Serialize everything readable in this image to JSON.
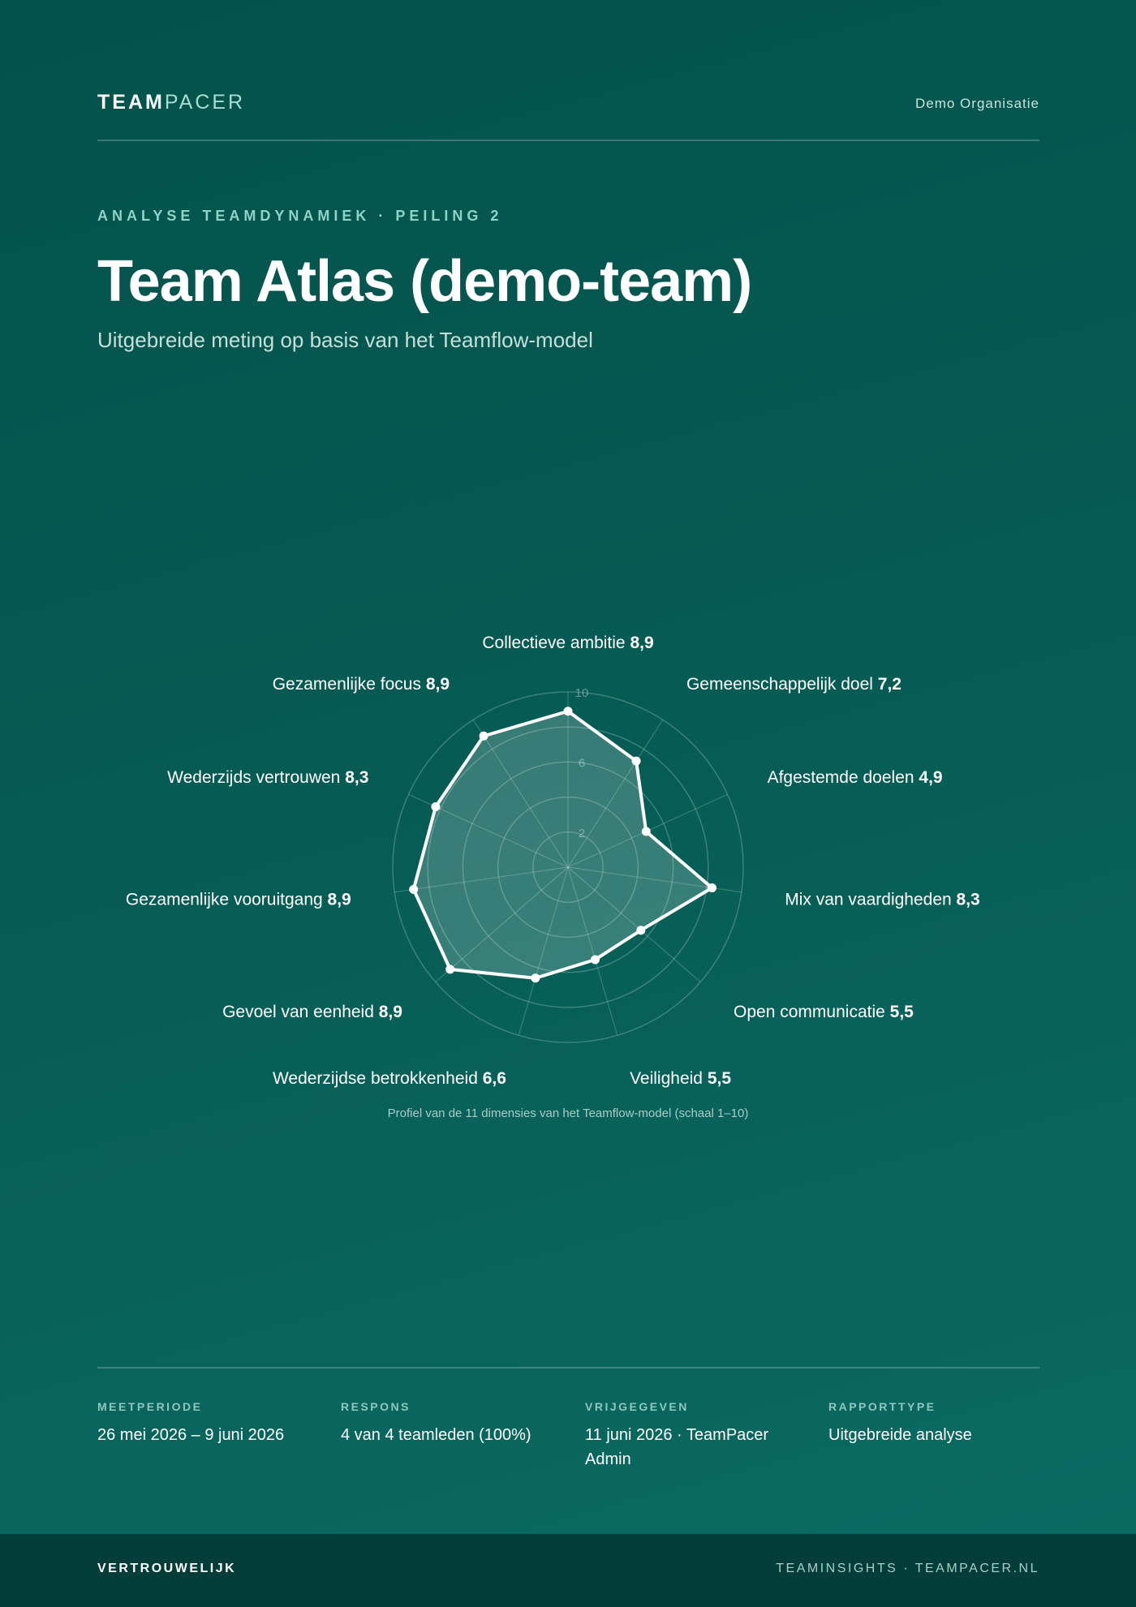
{
  "header": {
    "logo_strong": "TEAM",
    "logo_light": "PACER",
    "organisation": "Demo Organisatie"
  },
  "hero": {
    "eyebrow": "ANALYSE TEAMDYNAMIEK · PEILING 2",
    "title": "Team Atlas (demo-team)",
    "subtitle": "Uitgebreide meting op basis van het Teamflow-model"
  },
  "chart_data": {
    "type": "radar",
    "scale": [
      0,
      10
    ],
    "ring_labels": [
      "2",
      "6",
      "10"
    ],
    "dimensions": [
      {
        "label": "Collectieve ambitie",
        "value_text": "8,9",
        "value": 8.9
      },
      {
        "label": "Gemeenschappelijk doel",
        "value_text": "7,2",
        "value": 7.2
      },
      {
        "label": "Afgestemde doelen",
        "value_text": "4,9",
        "value": 4.9
      },
      {
        "label": "Mix van vaardigheden",
        "value_text": "8,3",
        "value": 8.3
      },
      {
        "label": "Open communicatie",
        "value_text": "5,5",
        "value": 5.5
      },
      {
        "label": "Veiligheid",
        "value_text": "5,5",
        "value": 5.5
      },
      {
        "label": "Wederzijdse betrokkenheid",
        "value_text": "6,6",
        "value": 6.6
      },
      {
        "label": "Gevoel van eenheid",
        "value_text": "8,9",
        "value": 8.9
      },
      {
        "label": "Gezamenlijke vooruitgang",
        "value_text": "8,9",
        "value": 8.9
      },
      {
        "label": "Wederzijds vertrouwen",
        "value_text": "8,3",
        "value": 8.3
      },
      {
        "label": "Gezamenlijke focus",
        "value_text": "8,9",
        "value": 8.9
      }
    ],
    "caption": "Profiel van de 11 dimensies van het Teamflow-model (schaal 1–10)"
  },
  "meta": {
    "items": [
      {
        "label": "MEETPERIODE",
        "value": "26 mei 2026 – 9 juni 2026"
      },
      {
        "label": "RESPONS",
        "value": "4 van 4 teamleden (100%)"
      },
      {
        "label": "VRIJGEGEVEN",
        "value": "11 juni 2026 · TeamPacer Admin"
      },
      {
        "label": "RAPPORTTYPE",
        "value": "Uitgebreide analyse"
      }
    ]
  },
  "footer": {
    "confidential": "VERTROUWELIJK",
    "site": "TEAMINSIGHTS · TEAMPACER.NL"
  }
}
